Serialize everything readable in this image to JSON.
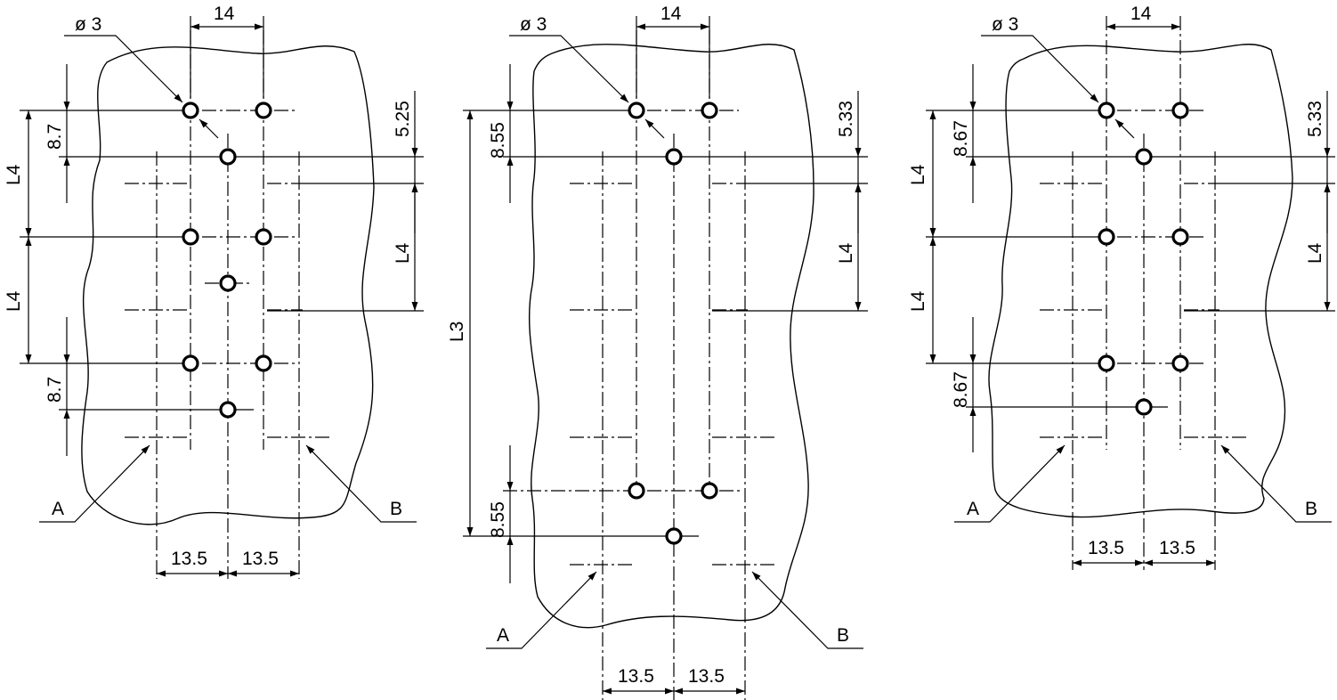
{
  "colors": {
    "line": "#000000",
    "background": "#ffffff"
  },
  "left": {
    "diameter": "ø 3",
    "pitch_top": "14",
    "dim_offset_right": "5.25",
    "dim_l4_right": "L4",
    "dim_l4_left_top": "L4",
    "dim_l4_left_bottom": "L4",
    "dim_offset_left_top": "8.7",
    "dim_offset_left_bottom": "8.7",
    "pitch_bottom_left": "13.5",
    "pitch_bottom_right": "13.5",
    "callout_a": "A",
    "callout_b": "B"
  },
  "middle": {
    "diameter": "ø 3",
    "pitch_top": "14",
    "dim_offset_right": "5.33",
    "dim_l4_right": "L4",
    "dim_l3": "L3",
    "dim_offset_left_top": "8.55",
    "dim_offset_left_bottom": "8.55",
    "pitch_bottom_left": "13.5",
    "pitch_bottom_right": "13.5",
    "callout_a": "A",
    "callout_b": "B"
  },
  "right": {
    "diameter": "ø 3",
    "pitch_top": "14",
    "dim_offset_right": "5.33",
    "dim_l4_right": "L4",
    "dim_l4_left_top": "L4",
    "dim_l4_left_bottom": "L4",
    "dim_offset_left_top": "8.67",
    "dim_offset_left_bottom": "8.67",
    "pitch_bottom_left": "13.5",
    "pitch_bottom_right": "13.5",
    "callout_a": "A",
    "callout_b": "B"
  }
}
